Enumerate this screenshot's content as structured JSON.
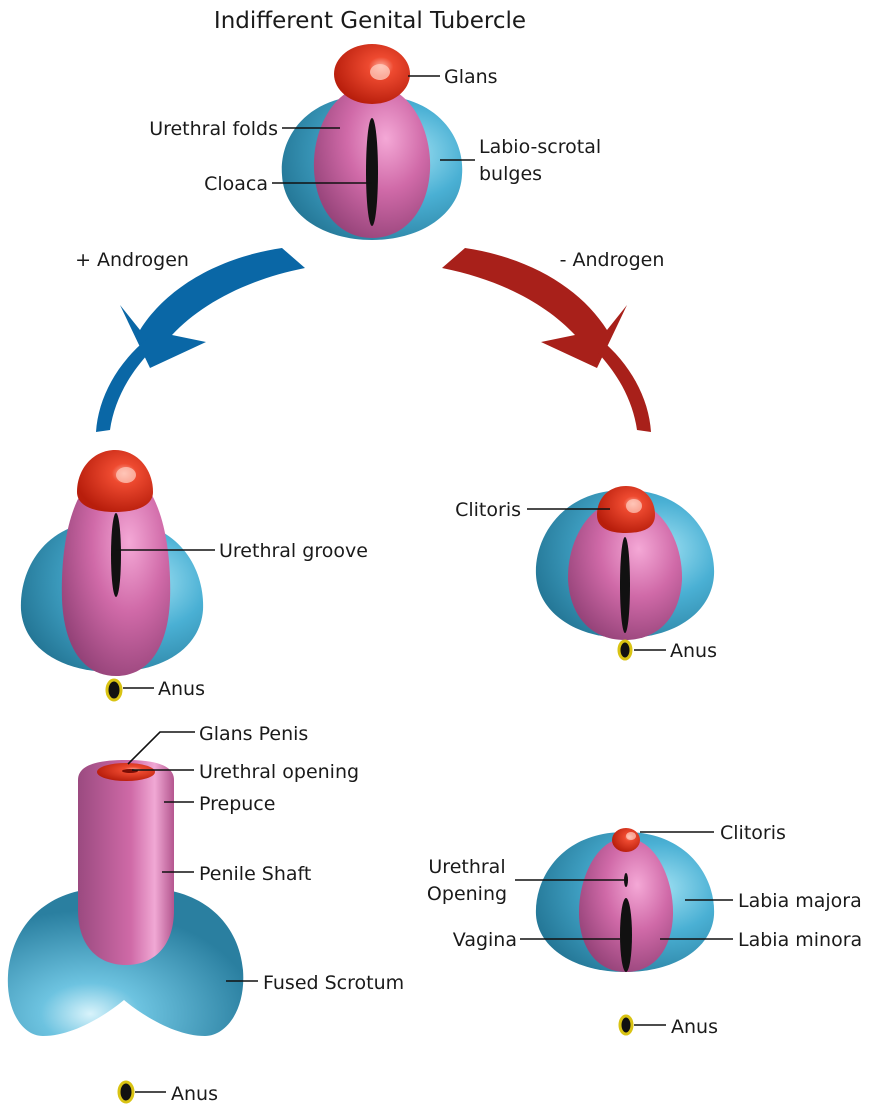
{
  "title": "Indifferent Genital Tubercle",
  "arrows": {
    "plus": {
      "label": "+ Androgen",
      "color": "#0a67a6"
    },
    "minus": {
      "label": "- Androgen",
      "color": "#a8201a"
    }
  },
  "colors": {
    "glans_red": "#d32a16",
    "fold_pink": "#c75a9b",
    "bulge_blue": "#3f9fc4",
    "slit_black": "#111111",
    "anus_ring": "#d9c313"
  },
  "indifferent": {
    "labels": {
      "glans": "Glans",
      "urethral_folds": "Urethral folds",
      "labio_scrotal_1": "Labio-scrotal",
      "labio_scrotal_2": "bulges",
      "cloaca": "Cloaca"
    }
  },
  "male_early": {
    "labels": {
      "urethral_groove": "Urethral groove",
      "anus": "Anus"
    }
  },
  "female_early": {
    "labels": {
      "clitoris": "Clitoris",
      "anus": "Anus"
    }
  },
  "male_final": {
    "labels": {
      "glans_penis": "Glans Penis",
      "urethral_opening": "Urethral opening",
      "prepuce": "Prepuce",
      "penile_shaft": "Penile Shaft",
      "fused_scrotum": "Fused Scrotum",
      "anus": "Anus"
    }
  },
  "female_final": {
    "labels": {
      "clitoris": "Clitoris",
      "urethral_opening_1": "Urethral",
      "urethral_opening_2": "Opening",
      "labia_majora": "Labia majora",
      "vagina": "Vagina",
      "labia_minora": "Labia minora",
      "anus": "Anus"
    }
  }
}
